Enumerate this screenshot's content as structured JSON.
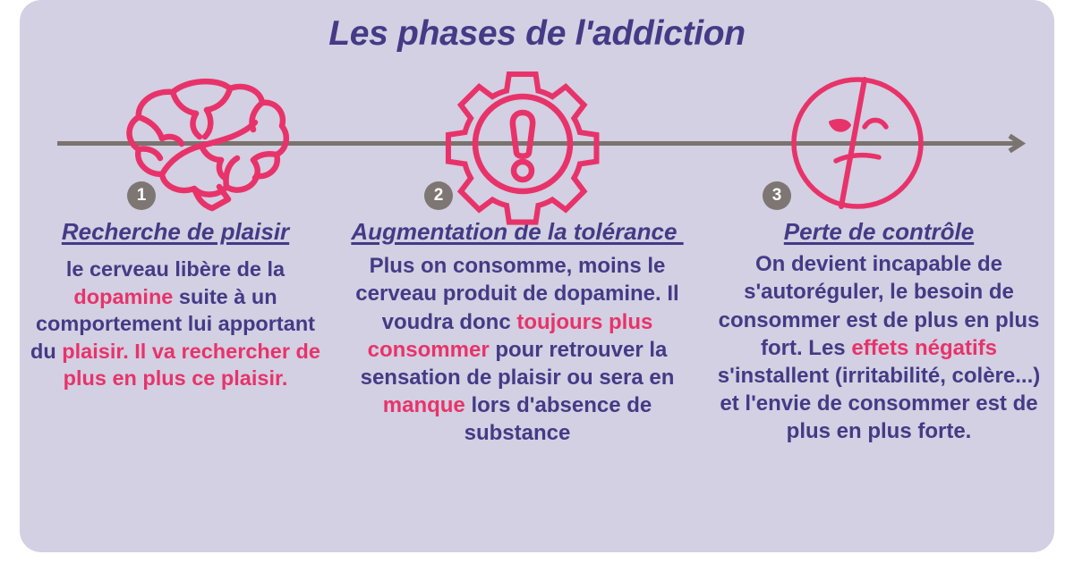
{
  "theme": {
    "panel_bg": "#d2d0e2",
    "page_bg": "#ffffff",
    "purple": "#453a86",
    "pink": "#e8336a",
    "gray": "#7a736e",
    "badge_gray": "#7e7672"
  },
  "header": {
    "title": "Les phases de l'addiction"
  },
  "timeline": {
    "arrow_icon": "arrow-right-icon",
    "line_color": "#7a736e"
  },
  "phases": [
    {
      "number": "1",
      "icon": "brain-icon",
      "heading": "Recherche de plaisir",
      "body_parts": [
        {
          "text": "le cerveau libère de la ",
          "highlight": false
        },
        {
          "text": "dopamine",
          "highlight": true
        },
        {
          "text": " suite à un comportement lui apportant du ",
          "highlight": false
        },
        {
          "text": "plaisir. Il va rechercher de plus en plus ce plaisir.",
          "highlight": true
        }
      ]
    },
    {
      "number": "2",
      "icon": "gear-warning-icon",
      "heading": "Augmentation de la tolérance ",
      "body_parts": [
        {
          "text": "Plus on consomme, moins le cerveau produit de dopamine. Il voudra donc ",
          "highlight": false
        },
        {
          "text": "toujours plus consommer",
          "highlight": true
        },
        {
          "text": " pour retrouver la sensation de plaisir ou sera en ",
          "highlight": false
        },
        {
          "text": "manque",
          "highlight": true
        },
        {
          "text": " lors d'absence de substance",
          "highlight": false
        }
      ]
    },
    {
      "number": "3",
      "icon": "split-face-icon",
      "heading": "Perte de contrôle",
      "body_parts": [
        {
          "text": "On devient incapable de s'autoréguler, le besoin de consommer est de plus en plus fort. Les ",
          "highlight": false
        },
        {
          "text": "effets négatifs",
          "highlight": true
        },
        {
          "text": " s'installent (irritabilité, colère...) et l'envie de consommer est de plus en plus forte.",
          "highlight": false
        }
      ]
    }
  ]
}
